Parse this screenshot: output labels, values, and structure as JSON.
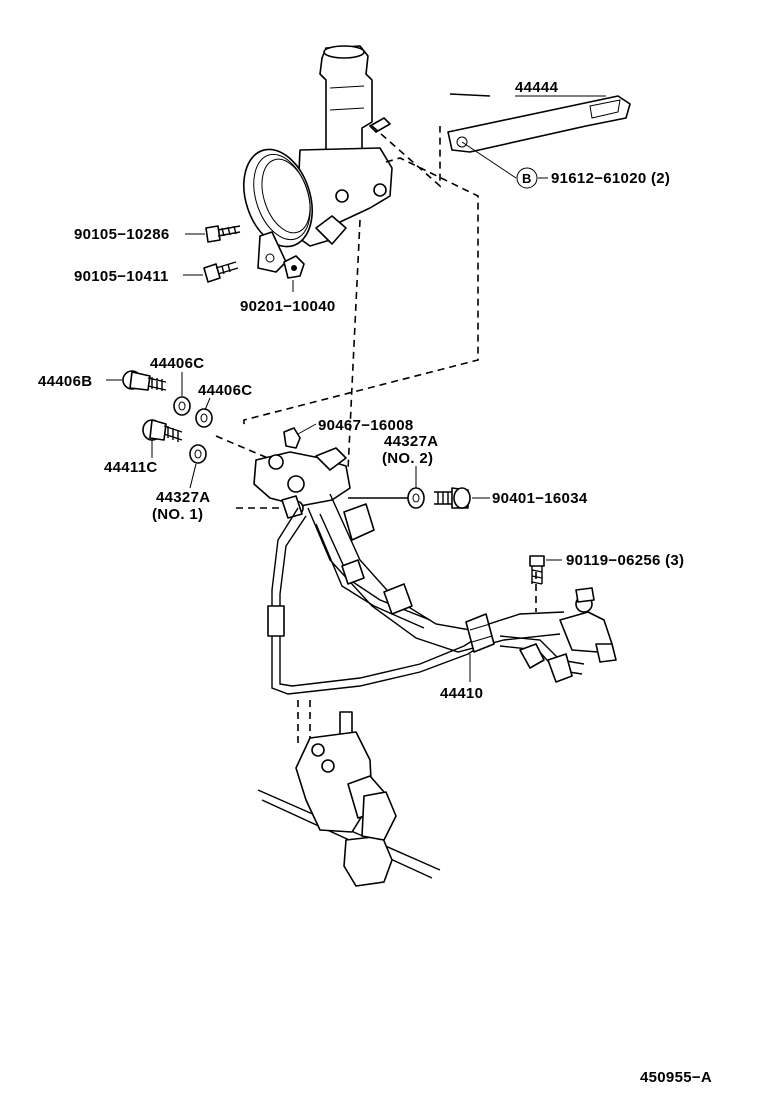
{
  "callouts": {
    "p44444": "44444",
    "p91612": "91612−61020 (2)",
    "p91612_marker": "B",
    "p90105_10286": "90105−10286",
    "p90105_10411": "90105−10411",
    "p90201": "90201−10040",
    "p44406c_a": "44406C",
    "p44406c_b": "44406C",
    "p44406b": "44406B",
    "p90467": "90467−16008",
    "p44327a_no2": "44327A",
    "p44327a_no2_sub": "(NO. 2)",
    "p44411c": "44411C",
    "p44327a_no1": "44327A",
    "p44327a_no1_sub": "(NO. 1)",
    "p90401": "90401−16034",
    "p90119": "90119−06256 (3)",
    "p44410": "44410"
  },
  "footer": {
    "diagram_id": "450955−A"
  }
}
